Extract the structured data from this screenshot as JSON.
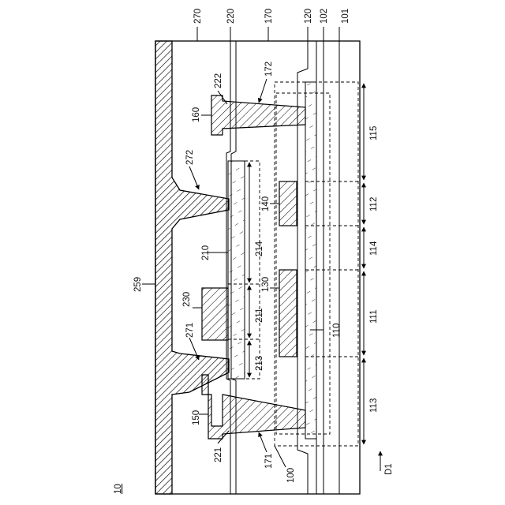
{
  "figure_label": "10",
  "direction_label": "D1",
  "labels": {
    "l270": "270",
    "l220": "220",
    "l170": "170",
    "l120": "120",
    "l102": "102",
    "l101": "101",
    "l222": "222",
    "l172": "172",
    "l160": "160",
    "l115": "115",
    "l272": "272",
    "l112": "112",
    "l140": "140",
    "l114": "114",
    "l210": "210",
    "l214": "214",
    "l259": "259",
    "l230": "230",
    "l130": "130",
    "l211": "211",
    "l111": "111",
    "l110": "110",
    "l271": "271",
    "l213": "213",
    "l113": "113",
    "l150": "150",
    "l221": "221",
    "l171": "171",
    "l100": "100"
  },
  "colors": {
    "line": "#000000",
    "background": "#ffffff"
  }
}
